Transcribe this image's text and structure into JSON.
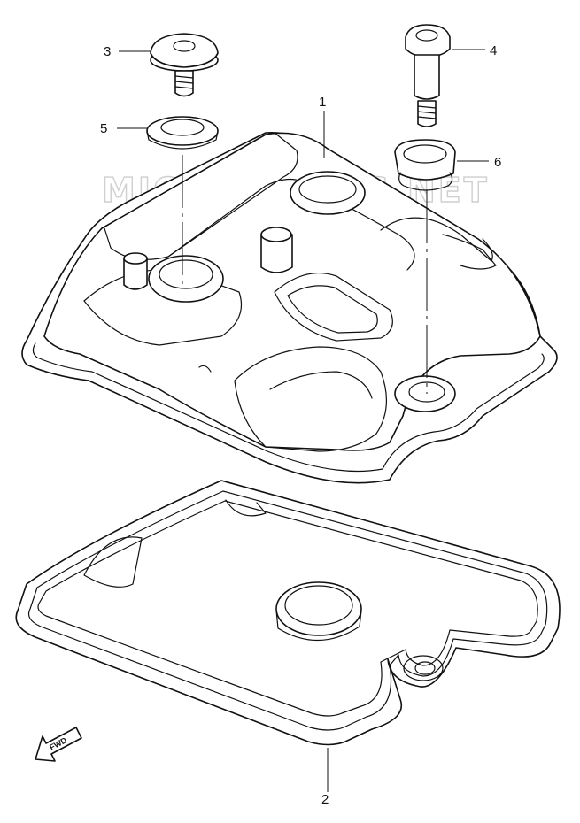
{
  "watermark": "MICROFICHES.NET",
  "direction_marker": "FWD",
  "callouts": [
    "1",
    "2",
    "3",
    "4",
    "5",
    "6"
  ],
  "colors": {
    "line": "#111111",
    "watermark": "#cfcfcf",
    "background": "#ffffff"
  }
}
